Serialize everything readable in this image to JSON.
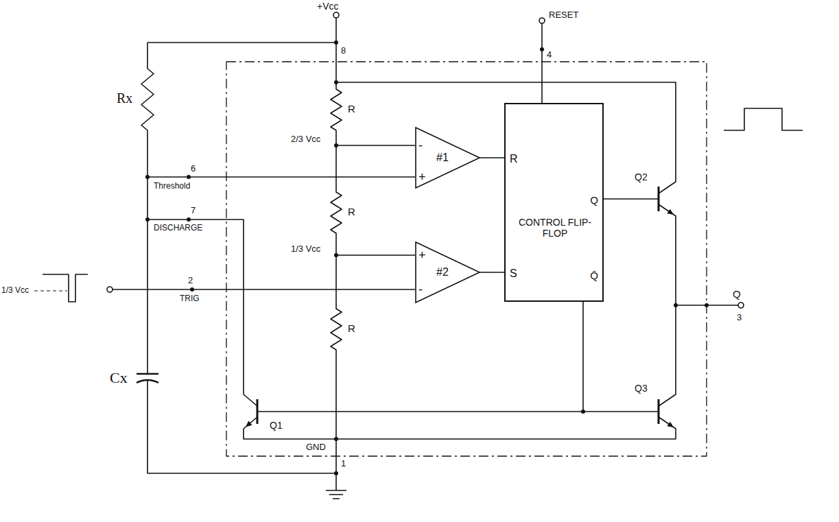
{
  "diagram": {
    "nodes": [
      {
        "text": [
          "#1",
          "-",
          "+"
        ]
      },
      {
        "text": [
          "R",
          "CONTROL FLIP-FLOP",
          "Q",
          "S",
          "Q̄"
        ]
      },
      {
        "text": [
          "#2",
          "+",
          "-"
        ]
      }
    ],
    "edges": [
      {
        "from": 0,
        "to": 1,
        "arrow": "none"
      },
      {
        "from": 2,
        "to": 1,
        "arrow": "none"
      }
    ],
    "labels": [
      "+Vcc",
      "8",
      "RESET",
      "4",
      "Rx",
      "R",
      "2/3 Vcc",
      "6",
      "Threshold",
      "7",
      "DISCHARGE",
      "R",
      "1/3 Vcc",
      "1/3 Vcc",
      "2",
      "TRIG",
      "R",
      "Cx",
      "Q1",
      "Q2",
      "Q3",
      "Q",
      "3",
      "GND",
      "1"
    ]
  }
}
